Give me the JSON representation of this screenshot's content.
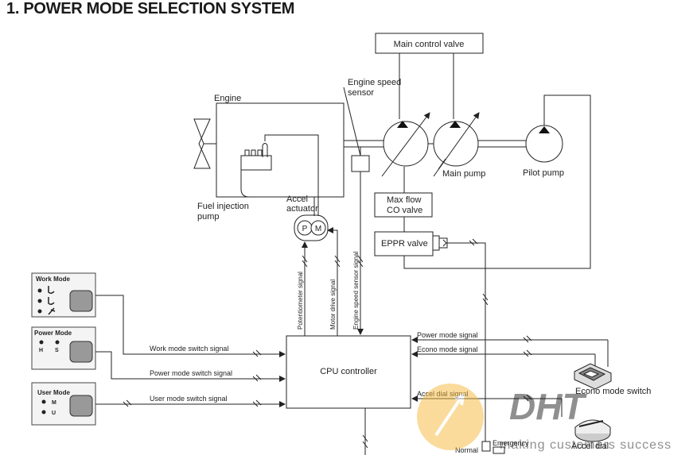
{
  "title": "1. POWER MODE SELECTION SYSTEM",
  "components": {
    "main_control_valve": "Main control valve",
    "engine": "Engine",
    "engine_speed_sensor": [
      "Engine speed",
      "sensor"
    ],
    "fuel_injection_pump": [
      "Fuel injection",
      "pump"
    ],
    "accel_actuator": [
      "Accel",
      "actuator"
    ],
    "main_pump": "Main pump",
    "pilot_pump": "Pilot pump",
    "max_flow_co_valve": [
      "Max flow",
      "CO valve"
    ],
    "eppr_valve": "EPPR valve",
    "cpu_controller": "CPU controller",
    "econo_mode_switch": "Econo mode switch",
    "accel_dial": "Accel dial",
    "actuator_p": "P",
    "actuator_m": "M"
  },
  "signals": {
    "work_mode": "Work mode switch signal",
    "power_mode_switch": "Power mode switch signal",
    "user_mode": "User mode switch signal",
    "potentiometer": "Potentiometer signal",
    "motor_drive": "Motor drive signal",
    "engine_speed": "Engine speed sensor signal",
    "power_mode": "Power mode signal",
    "econo_mode": "Econo mode signal",
    "accel_dial": "Accel dial signal"
  },
  "panels": {
    "work_mode": {
      "title": "Work Mode"
    },
    "power_mode": {
      "title": "Power Mode",
      "options": [
        "H",
        "S"
      ]
    },
    "user_mode": {
      "title": "User Mode",
      "options": [
        "M",
        "U"
      ]
    }
  },
  "bottom_labels": {
    "normal": "Normal",
    "emergency": "Emergency"
  },
  "watermark": {
    "text": "DHT",
    "tagline": "making customers success"
  }
}
